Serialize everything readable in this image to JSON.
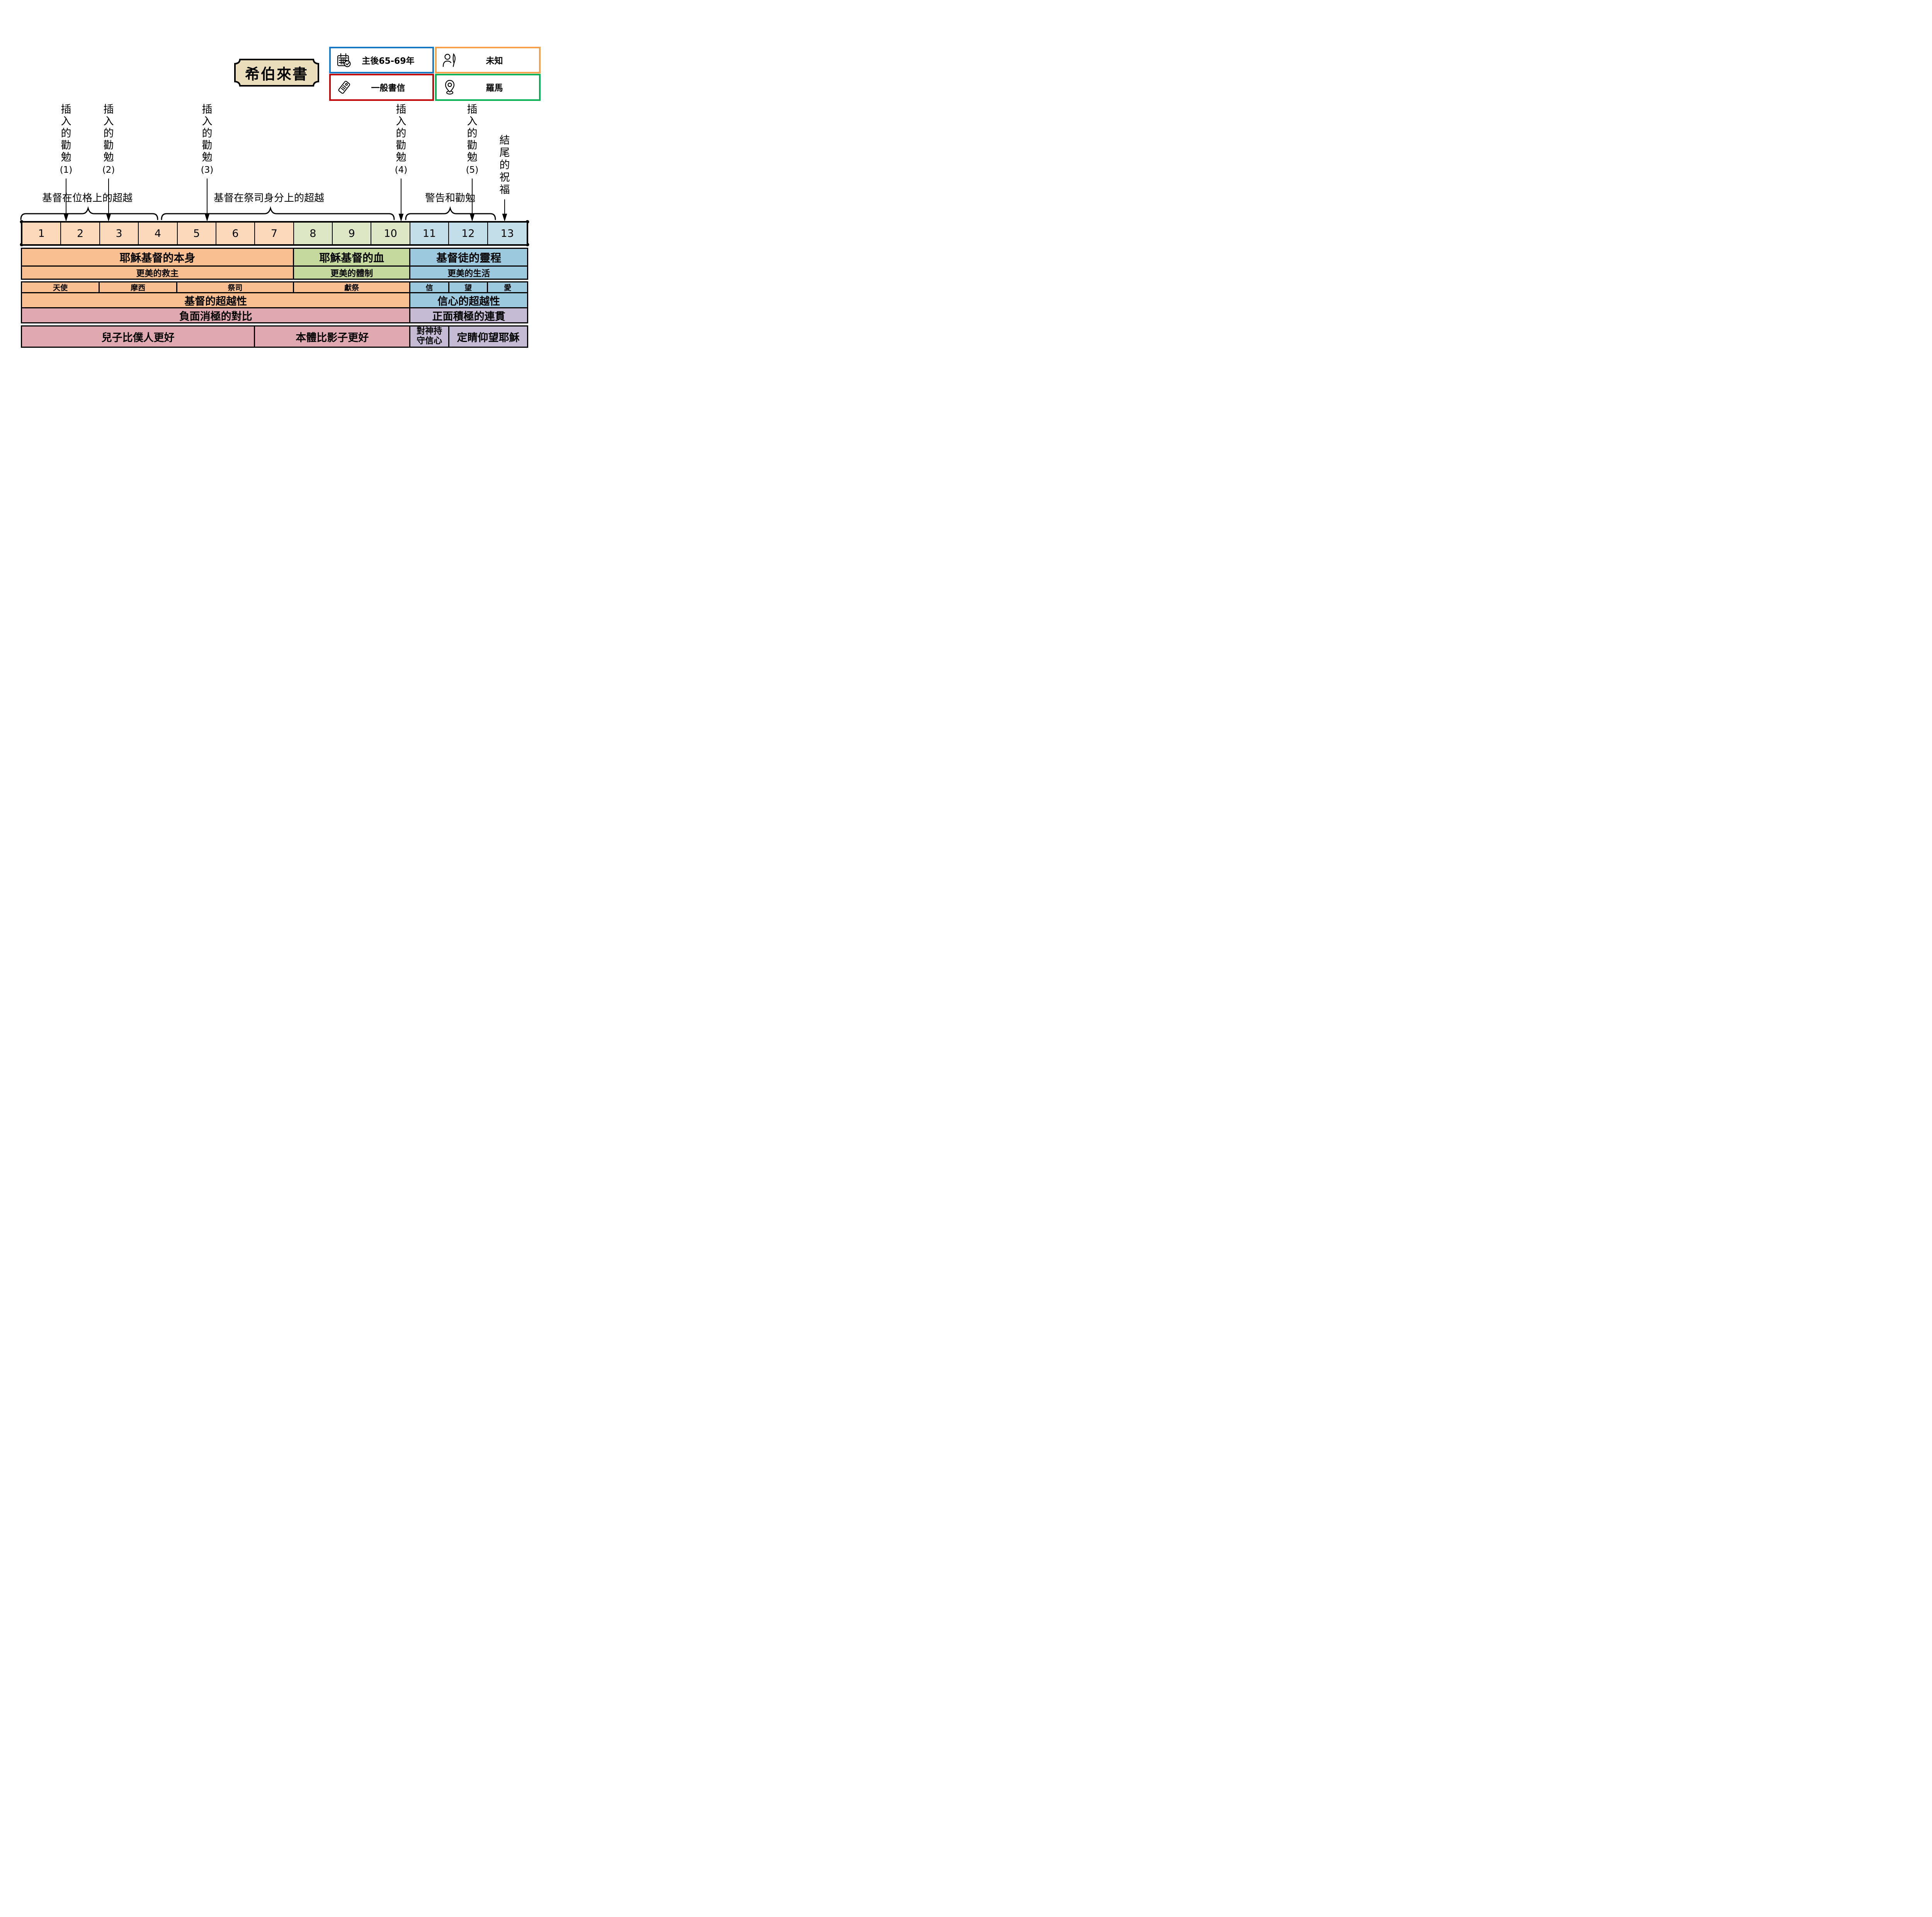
{
  "header": {
    "title": "希伯來書",
    "meta_boxes": [
      {
        "key": "date",
        "label": "主後65-69年",
        "icon": "calendar-icon",
        "border": "border_blue"
      },
      {
        "key": "author",
        "label": "未知",
        "icon": "author-icon",
        "border": "border_orange"
      },
      {
        "key": "genre",
        "label": "一般書信",
        "icon": "tag-icon",
        "border": "border_red"
      },
      {
        "key": "place",
        "label": "羅馬",
        "icon": "location-pin-icon",
        "border": "border_green"
      }
    ]
  },
  "annotations": {
    "insert_labels": [
      {
        "text": "插入的勸勉",
        "num": "(1)",
        "points_to_chapter": "2"
      },
      {
        "text": "插入的勸勉",
        "num": "(2)",
        "points_to_chapter": "3"
      },
      {
        "text": "插入的勸勉",
        "num": "(3)",
        "points_to_chapter": "5"
      },
      {
        "text": "插入的勸勉",
        "num": "(4)",
        "points_to_chapter": "10"
      },
      {
        "text": "插入的勸勉",
        "num": "(5)",
        "points_to_chapter": "12"
      }
    ],
    "ending_label": "結尾的祝福",
    "brackets": [
      {
        "label": "基督在位格上的超越",
        "chapters": "1-4"
      },
      {
        "label": "基督在祭司身分上的超越",
        "chapters": "4-10"
      },
      {
        "label": "警告和勸勉",
        "chapters": "11-12"
      }
    ]
  },
  "table": {
    "chapters": [
      "1",
      "2",
      "3",
      "4",
      "5",
      "6",
      "7",
      "8",
      "9",
      "10",
      "11",
      "12",
      "13"
    ],
    "row_theme": [
      "耶穌基督的本身",
      "耶穌基督的血",
      "基督徒的靈程"
    ],
    "row_better": [
      "更美的救主",
      "更美的體制",
      "更美的生活"
    ],
    "row_compare": [
      "天使",
      "摩西",
      "祭司",
      "獻祭",
      "信",
      "望",
      "愛"
    ],
    "row_supremacy": [
      "基督的超越性",
      "信心的超越性"
    ],
    "row_contrast": [
      "負面消極的對比",
      "正面積極的連貫"
    ],
    "row_bottom": [
      "兒子比僕人更好",
      "本體比影子更好",
      "對神持守信心",
      "定睛仰望耶穌"
    ]
  },
  "colors": {
    "peach_light": "#FCD9BB",
    "green_light": "#DDE7C6",
    "blue_light": "#C4DEE9",
    "orange": "#F9BF90",
    "green": "#C5D89E",
    "blue": "#9DC9DF",
    "pink": "#E0A8B1",
    "lavender": "#C6BBD5",
    "border_blue": "#1478C4",
    "border_orange": "#F6A14A",
    "border_red": "#C00000",
    "border_green": "#00B052",
    "plaque_bg": "#EADDBC",
    "line_black": "#000000"
  }
}
